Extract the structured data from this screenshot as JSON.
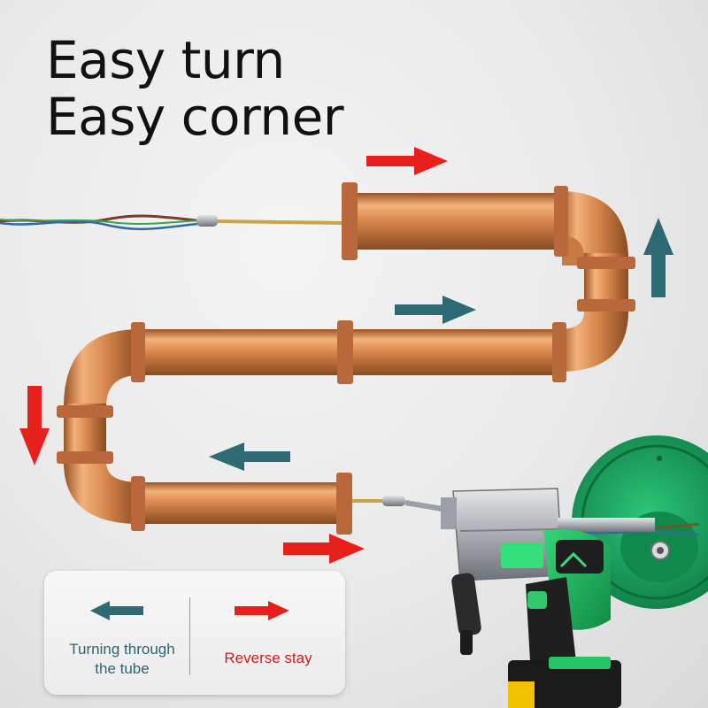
{
  "headline": {
    "line1": "Easy turn",
    "line2": "Easy corner"
  },
  "legend": {
    "left_label_line1": "Turning through",
    "left_label_line2": "the tube",
    "right_label": "Reverse stay",
    "left_arrow_color": "#2e6a74",
    "right_arrow_color": "#e8201c"
  },
  "colors": {
    "copper": "#d9894f",
    "teal_arrow": "#2e6a74",
    "red_arrow": "#e8201c",
    "tool_green": "#1cb45a",
    "reel_green": "#1ca661"
  }
}
